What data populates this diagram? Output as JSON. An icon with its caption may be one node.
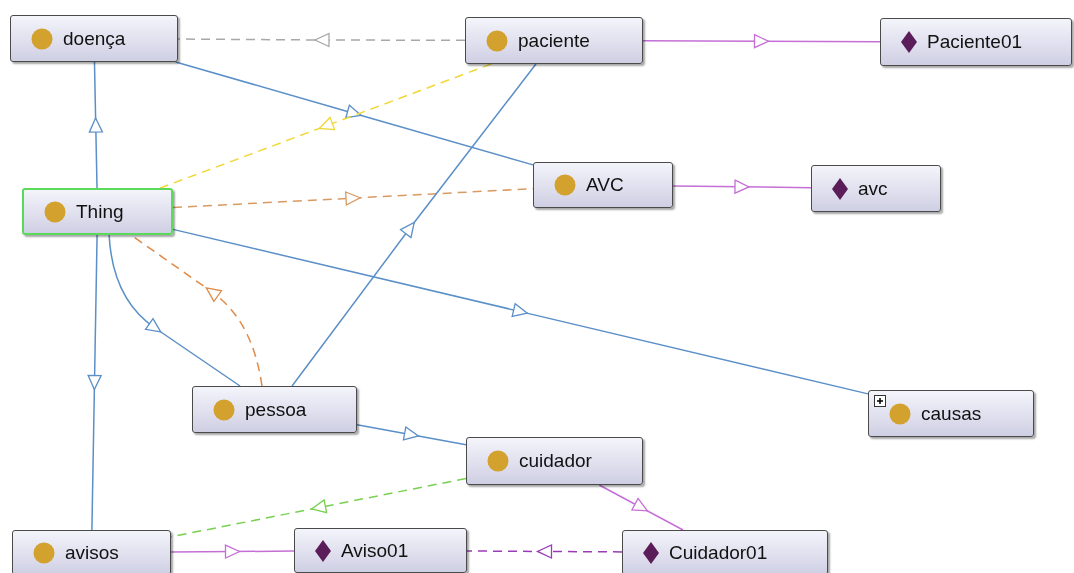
{
  "diagram": {
    "nodes": [
      {
        "text": [
          "doença"
        ]
      },
      {
        "text": [
          "paciente"
        ]
      },
      {
        "text": [
          "Paciente01"
        ]
      },
      {
        "text": [
          "Thing"
        ]
      },
      {
        "text": [
          "AVC"
        ]
      },
      {
        "text": [
          "avc"
        ]
      },
      {
        "text": [
          "pessoa"
        ]
      },
      {
        "text": [
          "causas"
        ]
      },
      {
        "text": [
          "cuidador"
        ]
      },
      {
        "text": [
          "avisos"
        ]
      },
      {
        "text": [
          "Aviso01"
        ]
      },
      {
        "text": [
          "Cuidador01"
        ]
      }
    ],
    "edges": [
      {
        "from": 1,
        "to": 0,
        "arrow": "to",
        "style": "dashed",
        "color": "#a8a8a8"
      },
      {
        "from": 1,
        "to": 2,
        "arrow": "to",
        "color": "#c56fd6"
      },
      {
        "from": 0,
        "to": 4,
        "arrow": "to"
      },
      {
        "from": 3,
        "to": 0,
        "arrow": "to"
      },
      {
        "from": 1,
        "to": 3,
        "arrow": "to",
        "style": "dashed",
        "color": "#f0d838"
      },
      {
        "from": 3,
        "to": 4,
        "arrow": "to",
        "style": "dashed",
        "color": "#d99a62"
      },
      {
        "from": 4,
        "to": 5,
        "arrow": "to",
        "color": "#c56fd6"
      },
      {
        "from": 3,
        "to": 7,
        "arrow": "to"
      },
      {
        "from": 3,
        "to": 6,
        "arrow": "to"
      },
      {
        "from": 6,
        "to": 3,
        "arrow": "to",
        "style": "dashed",
        "color": "#e08a48"
      },
      {
        "from": 6,
        "to": 1,
        "arrow": "to"
      },
      {
        "from": 3,
        "to": 9,
        "arrow": "to"
      },
      {
        "from": 6,
        "to": 8,
        "arrow": "to"
      },
      {
        "from": 8,
        "to": 9,
        "arrow": "to",
        "style": "dashed",
        "color": "#78d050"
      },
      {
        "from": 8,
        "to": 11,
        "arrow": "to",
        "color": "#c56fd6"
      },
      {
        "from": 9,
        "to": 10,
        "arrow": "to",
        "color": "#c56fd6"
      },
      {
        "from": 11,
        "to": 10,
        "arrow": "to",
        "style": "dashed",
        "color": "#9a3cb8"
      }
    ]
  }
}
